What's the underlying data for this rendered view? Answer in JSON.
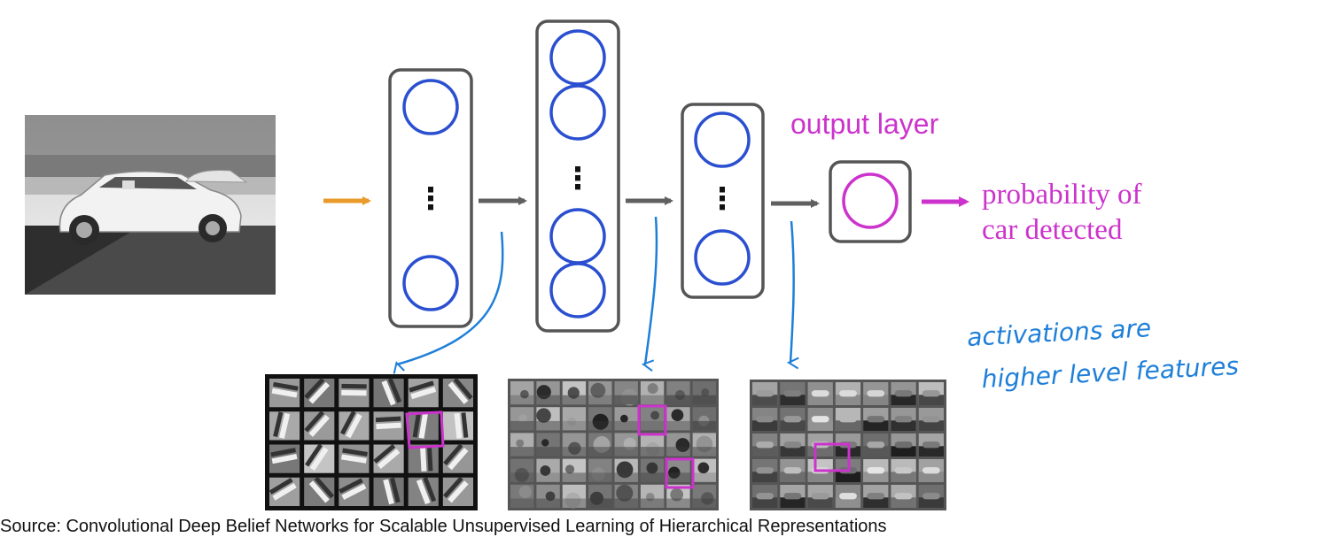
{
  "labels": {
    "output_layer": "output layer",
    "probability_line1": "probability of",
    "probability_line2": "car detected",
    "ellipsis": "⋮"
  },
  "annotation": {
    "line1": "activations are",
    "line2": "higher level features"
  },
  "source_text": "Source: Convolutional Deep Belief Networks for Scalable Unsupervised Learning of Hierarchical Representations",
  "icons": {
    "input_image": "car-photo",
    "arrow": "arrow-right-icon"
  },
  "colors": {
    "input_arrow": "#e89a2a",
    "layer_arrow": "#606060",
    "neuron": "#2a4fd0",
    "output": "#cc33cc",
    "annotation": "#1e7fd8"
  }
}
